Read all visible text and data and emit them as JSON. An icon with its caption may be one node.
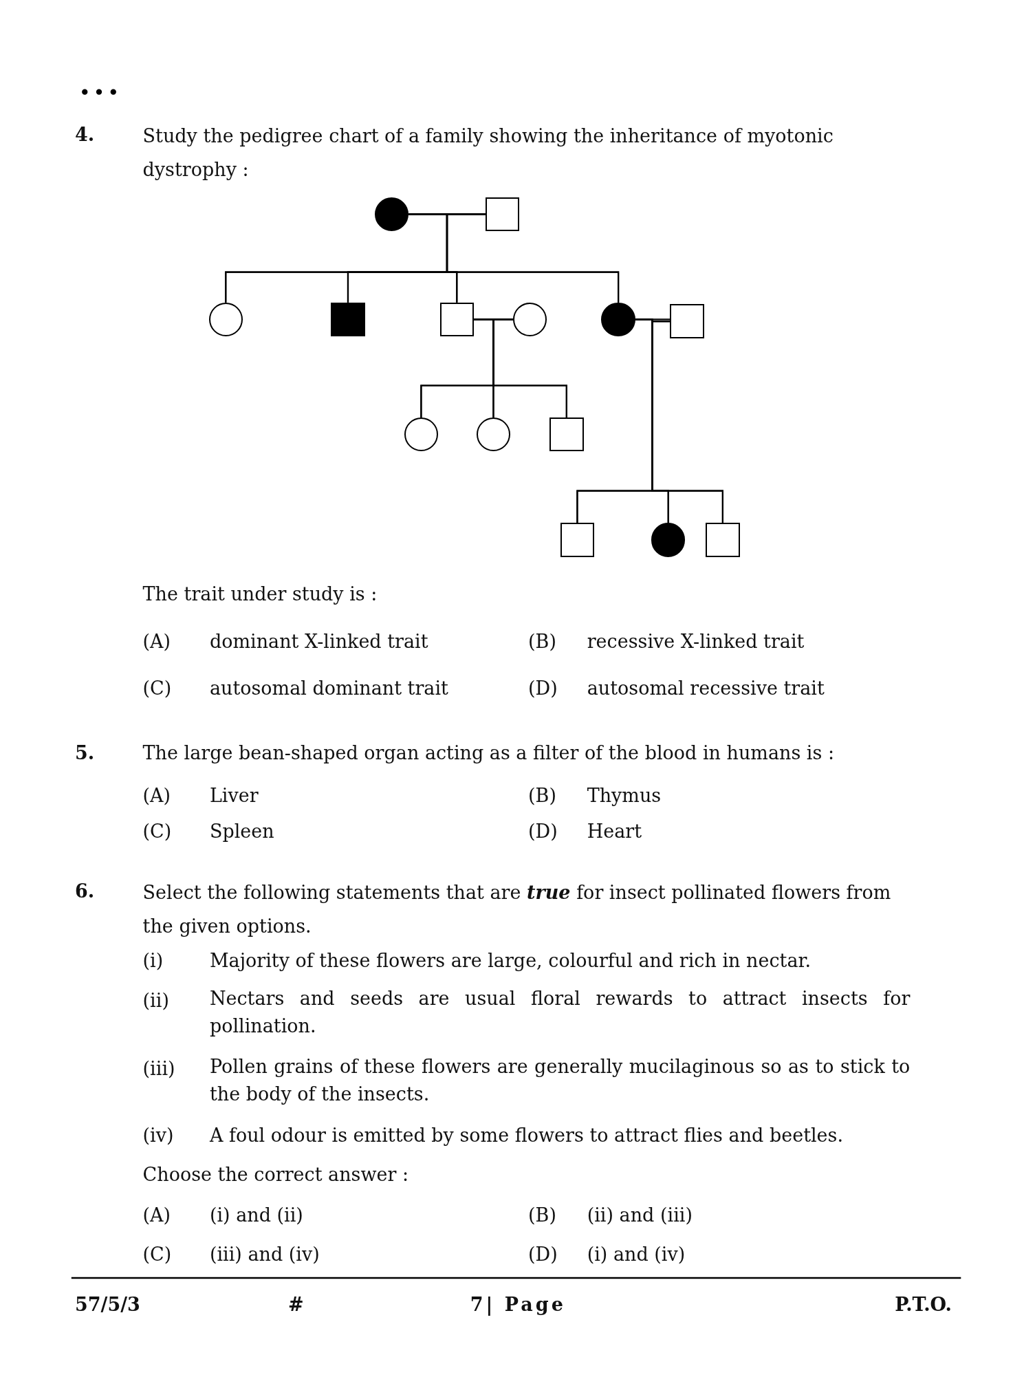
{
  "diagram": {
    "nodes": [
      {
        "text": [],
        "shape": "circle"
      },
      {
        "text": [],
        "shape": "box"
      },
      {
        "text": [],
        "shape": "circle"
      },
      {
        "text": [],
        "shape": "box"
      },
      {
        "text": [],
        "shape": "box"
      },
      {
        "text": [],
        "shape": "circle"
      },
      {
        "text": [],
        "shape": "circle"
      },
      {
        "text": [],
        "shape": "box"
      },
      {
        "text": [],
        "shape": "circle"
      },
      {
        "text": [],
        "shape": "circle"
      },
      {
        "text": [],
        "shape": "box"
      },
      {
        "text": [],
        "shape": "box"
      },
      {
        "text": [],
        "shape": "circle"
      },
      {
        "text": [],
        "shape": "box"
      }
    ],
    "edges": [
      {
        "from": 0,
        "to": 1,
        "arrow": "none"
      },
      {
        "from": 0,
        "to": 2,
        "arrow": "none"
      },
      {
        "from": 1,
        "to": 2,
        "arrow": "none"
      },
      {
        "from": 0,
        "to": 3,
        "arrow": "none"
      },
      {
        "from": 1,
        "to": 3,
        "arrow": "none"
      },
      {
        "from": 0,
        "to": 4,
        "arrow": "none"
      },
      {
        "from": 1,
        "to": 4,
        "arrow": "none"
      },
      {
        "from": 0,
        "to": 6,
        "arrow": "none"
      },
      {
        "from": 1,
        "to": 6,
        "arrow": "none"
      },
      {
        "from": 4,
        "to": 5,
        "arrow": "none"
      },
      {
        "from": 4,
        "to": 8,
        "arrow": "none"
      },
      {
        "from": 5,
        "to": 8,
        "arrow": "none"
      },
      {
        "from": 4,
        "to": 9,
        "arrow": "none"
      },
      {
        "from": 5,
        "to": 9,
        "arrow": "none"
      },
      {
        "from": 4,
        "to": 10,
        "arrow": "none"
      },
      {
        "from": 5,
        "to": 10,
        "arrow": "none"
      },
      {
        "from": 6,
        "to": 7,
        "arrow": "none"
      },
      {
        "from": 6,
        "to": 11,
        "arrow": "none"
      },
      {
        "from": 7,
        "to": 11,
        "arrow": "none"
      },
      {
        "from": 6,
        "to": 12,
        "arrow": "none"
      },
      {
        "from": 7,
        "to": 12,
        "arrow": "none"
      },
      {
        "from": 6,
        "to": 13,
        "arrow": "none"
      },
      {
        "from": 7,
        "to": 13,
        "arrow": "none"
      }
    ],
    "labels": [
      "4.",
      "Study the pedigree chart of a family showing the inheritance of myotonic dystrophy :",
      "The trait under study is :",
      "(A)",
      "dominant X-linked trait",
      "(B)",
      "recessive X-linked trait",
      "(C)",
      "autosomal dominant trait",
      "(D)",
      "autosomal recessive trait",
      "5.",
      "The large bean-shaped organ acting as a filter of the blood in humans is :",
      "(A)",
      "Liver",
      "(B)",
      "Thymus",
      "(C)",
      "Spleen",
      "(D)",
      "Heart",
      "6.",
      "Select the following statements that are **true** for insect pollinated flowers from the given options.",
      "(i)",
      "Majority of these flowers are large, colourful and rich in nectar.",
      "(ii)",
      "Nectars and seeds are usual floral rewards to attract insects for pollination.",
      "(iii)",
      "Pollen grains of these flowers are generally mucilaginous so as to stick to the body of the insects.",
      "(iv)",
      "A foul odour is emitted by some flowers to attract flies and beetles.",
      "Choose the correct answer :",
      "(A)",
      "(i) and (ii)",
      "(B)",
      "(ii) and (iii)",
      "(C)",
      "(iii) and (iv)",
      "(D)",
      "(i) and (iv)",
      "57/5/3",
      "#",
      "7| Page",
      "P.T.O."
    ]
  }
}
